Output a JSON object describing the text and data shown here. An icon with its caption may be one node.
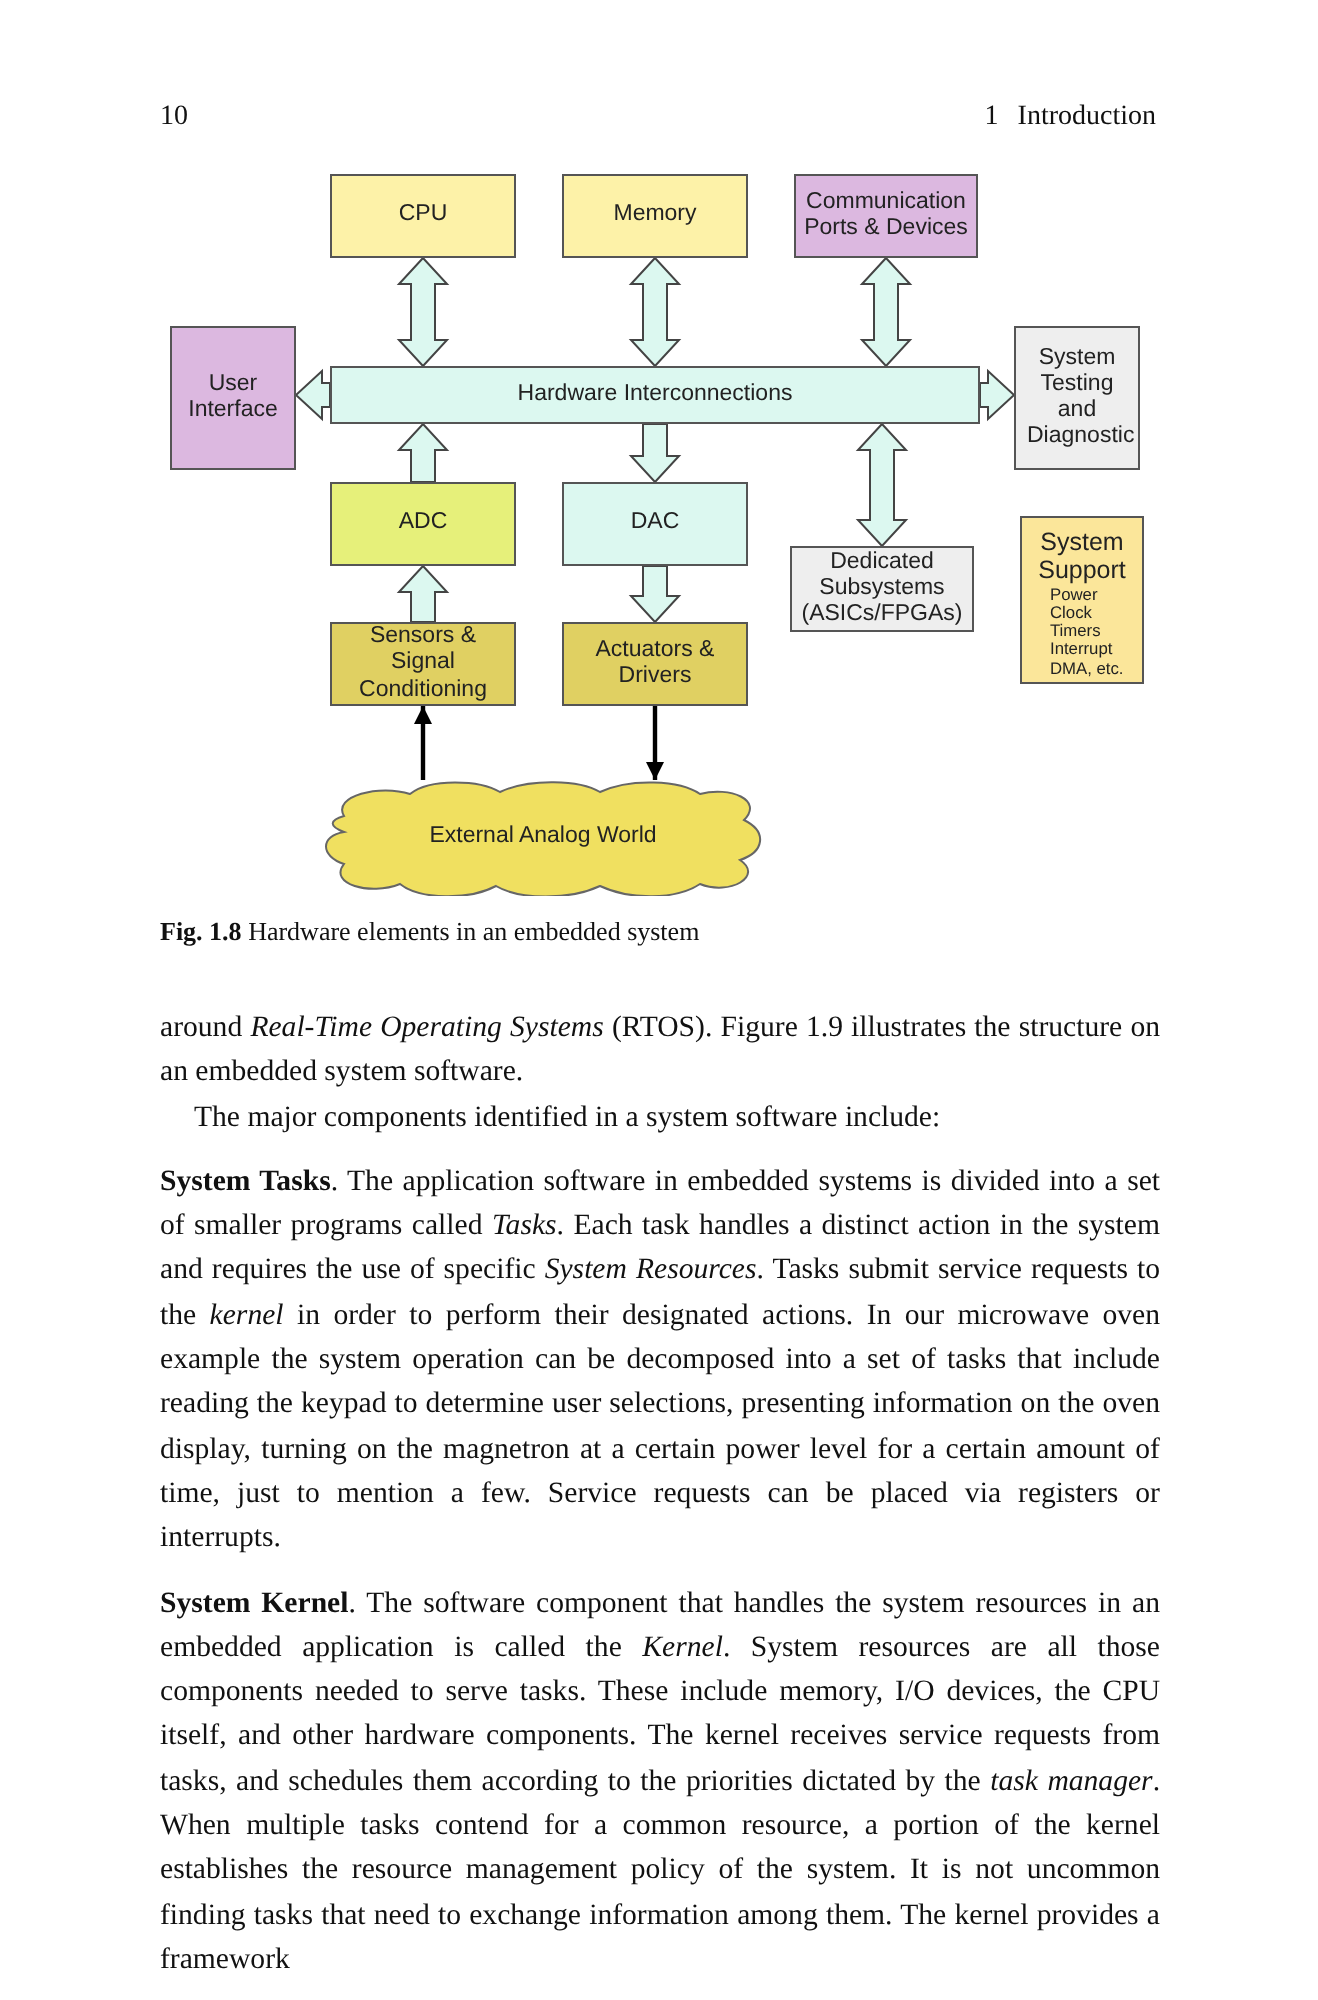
{
  "diagram": {
    "caption": "**Fig. 1.8** Hardware elements in an embedded system",
    "nodes": [
      {
        "text": [
          "CPU"
        ]
      },
      {
        "text": [
          "Memory"
        ]
      },
      {
        "text": [
          "Communication Ports & Devices"
        ]
      },
      {
        "text": [
          "User Interface"
        ]
      },
      {
        "text": [
          "Hardware Interconnections"
        ]
      },
      {
        "text": [
          "System Testing and Diagnostic"
        ]
      },
      {
        "text": [
          "ADC"
        ]
      },
      {
        "text": [
          "DAC"
        ]
      },
      {
        "text": [
          "Dedicated Subsystems (ASICs/FPGAs)"
        ]
      },
      {
        "text": [
          "System Support",
          "Power Clock Timers Interrupt DMA, etc."
        ]
      },
      {
        "text": [
          "Sensors & Signal Conditioning"
        ]
      },
      {
        "text": [
          "Actuators & Drivers"
        ]
      },
      {
        "text": [
          "External Analog World"
        ]
      }
    ],
    "edges": [
      {
        "from": 0,
        "to": 4,
        "arrow": "both"
      },
      {
        "from": 1,
        "to": 4,
        "arrow": "both"
      },
      {
        "from": 2,
        "to": 4,
        "arrow": "both"
      },
      {
        "from": 4,
        "to": 3,
        "arrow": "to"
      },
      {
        "from": 4,
        "to": 5,
        "arrow": "to"
      },
      {
        "from": 6,
        "to": 4,
        "arrow": "to"
      },
      {
        "from": 4,
        "to": 7,
        "arrow": "to"
      },
      {
        "from": 4,
        "to": 8,
        "arrow": "both"
      },
      {
        "from": 10,
        "to": 6,
        "arrow": "to"
      },
      {
        "from": 7,
        "to": 11,
        "arrow": "to"
      },
      {
        "from": 12,
        "to": 10,
        "arrow": "to",
        "color": "#000000"
      },
      {
        "from": 11,
        "to": 12,
        "arrow": "to",
        "color": "#000000"
      }
    ],
    "labels": [
      "10",
      "1 Introduction",
      "around *Real-Time Operating Systems* (RTOS). Figure 1.9 illustrates the structure on an embedded system software.",
      "The major components identified in a system software include:",
      "**System Tasks**. The application software in embedded systems is divided into a set of smaller programs called *Tasks*. Each task handles a distinct action in the system and requires the use of specific *System Resources*. Tasks submit service requests to the *kernel* in order to perform their designated actions. In our microwave oven example the system operation can be decomposed into a set of tasks that include reading the keypad to determine user selections, presenting information on the oven display, turning on the magnetron at a certain power level for a certain amount of time, just to mention a few. Service requests can be placed via registers or interrupts.",
      "**System Kernel**. The software component that handles the system resources in an embedded application is called the *Kernel*. System resources are all those components needed to serve tasks. These include memory, I/O devices, the CPU itself, and other hardware components. The kernel receives service requests from tasks, and schedules them according to the priorities dictated by the *task manager*. When multiple tasks contend for a common resource, a portion of the kernel establishes the resource management policy of the system. It is not uncommon finding tasks that need to exchange information among them. The kernel provides a framework"
    ]
  }
}
